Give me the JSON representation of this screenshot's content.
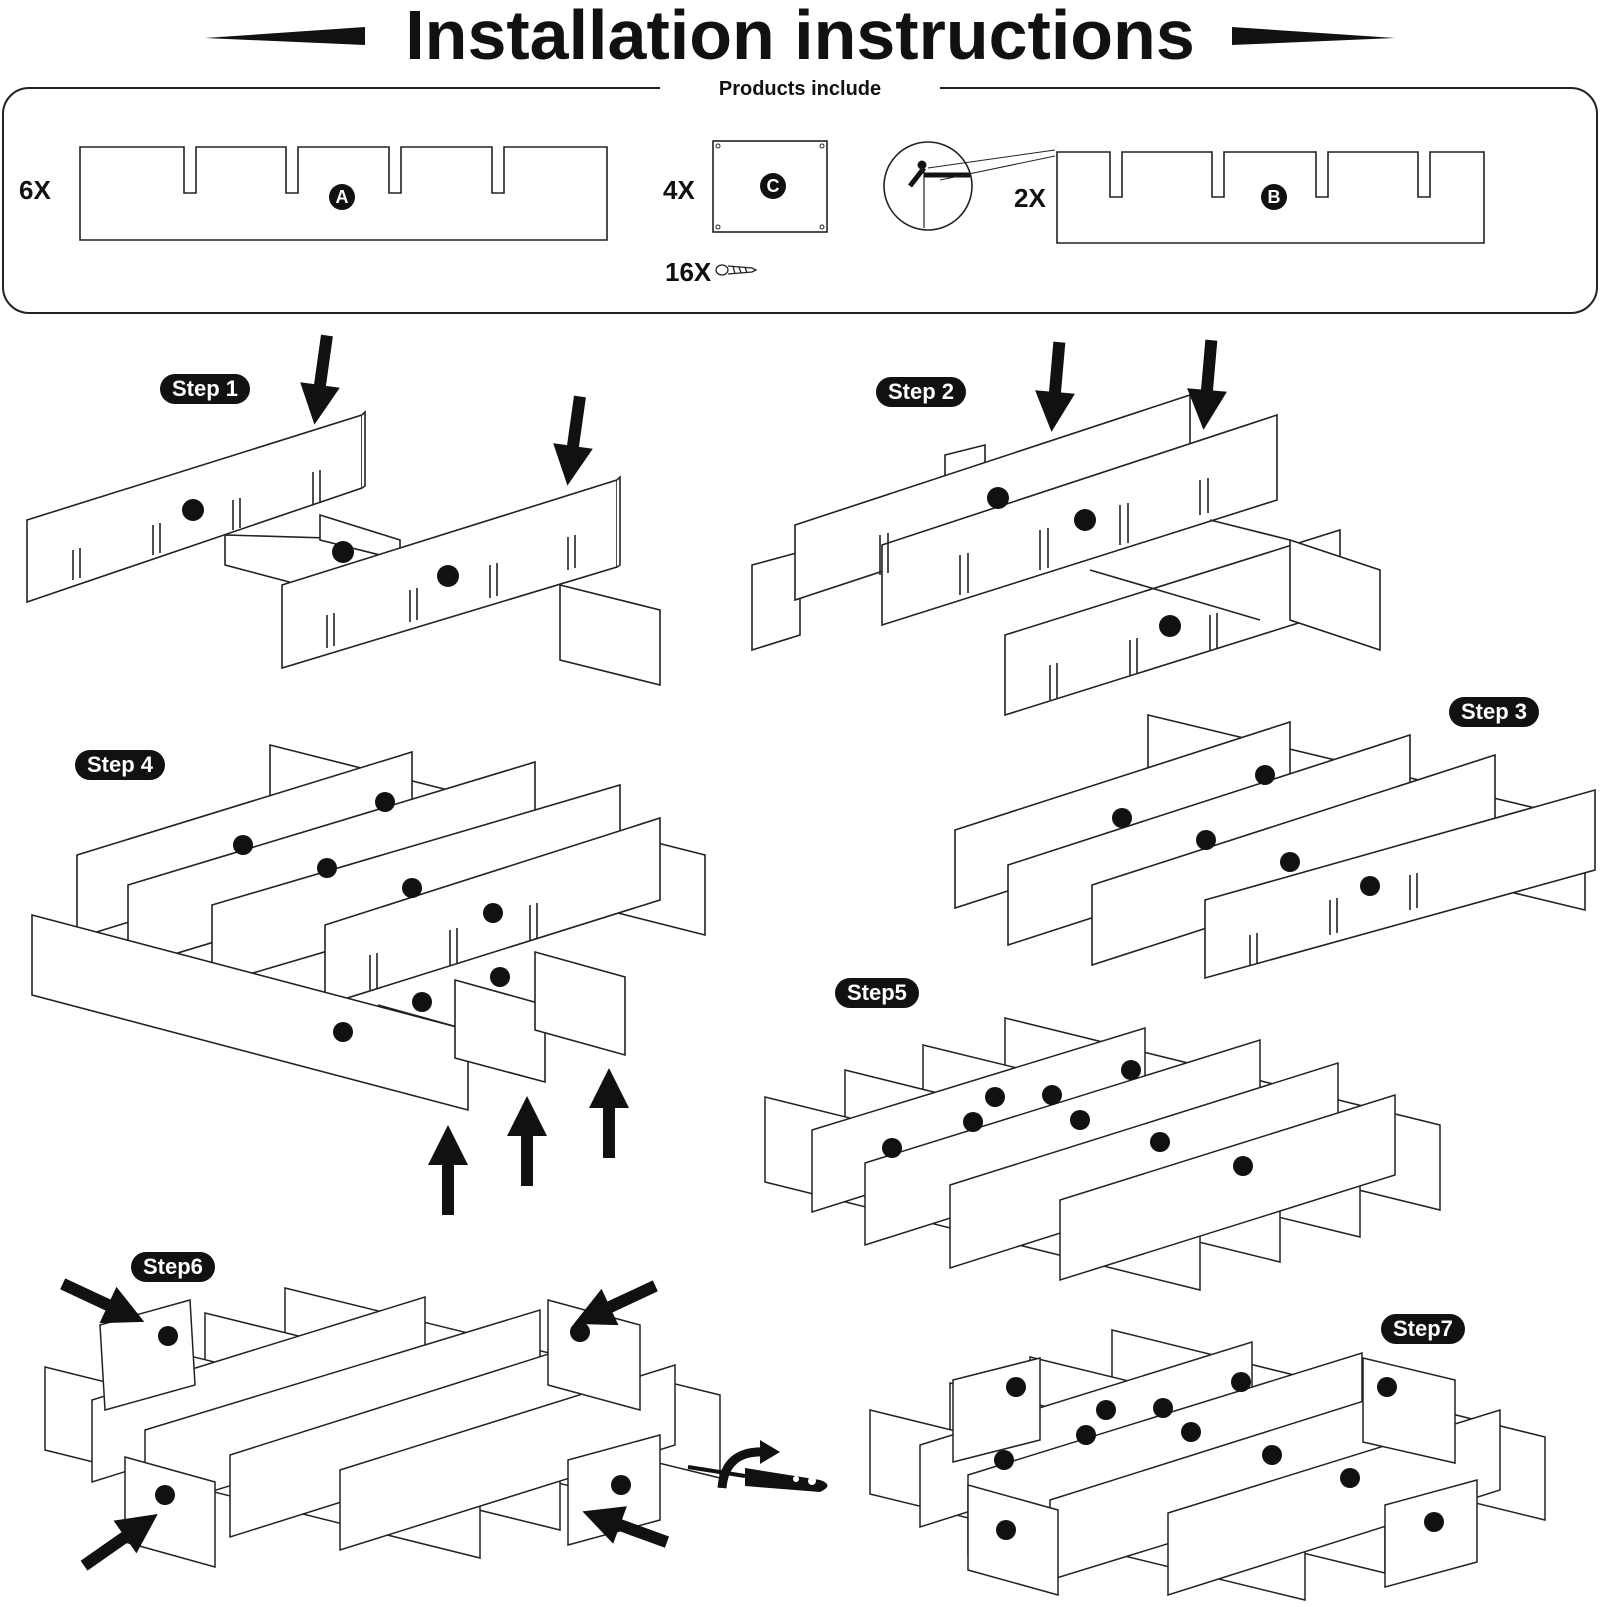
{
  "title": "Installation instructions",
  "subtitle": "Products include",
  "parts": [
    {
      "quantity": "6X",
      "label": "A"
    },
    {
      "quantity": "4X",
      "label": "C"
    },
    {
      "quantity": "2X",
      "label": "B"
    },
    {
      "quantity": "16X",
      "label": ""
    }
  ],
  "steps": [
    "Step 1",
    "Step 2",
    "Step 3",
    "Step 4",
    "Step5",
    "Step6",
    "Step7"
  ],
  "colors": {
    "ink": "#111111",
    "paper": "#ffffff"
  }
}
